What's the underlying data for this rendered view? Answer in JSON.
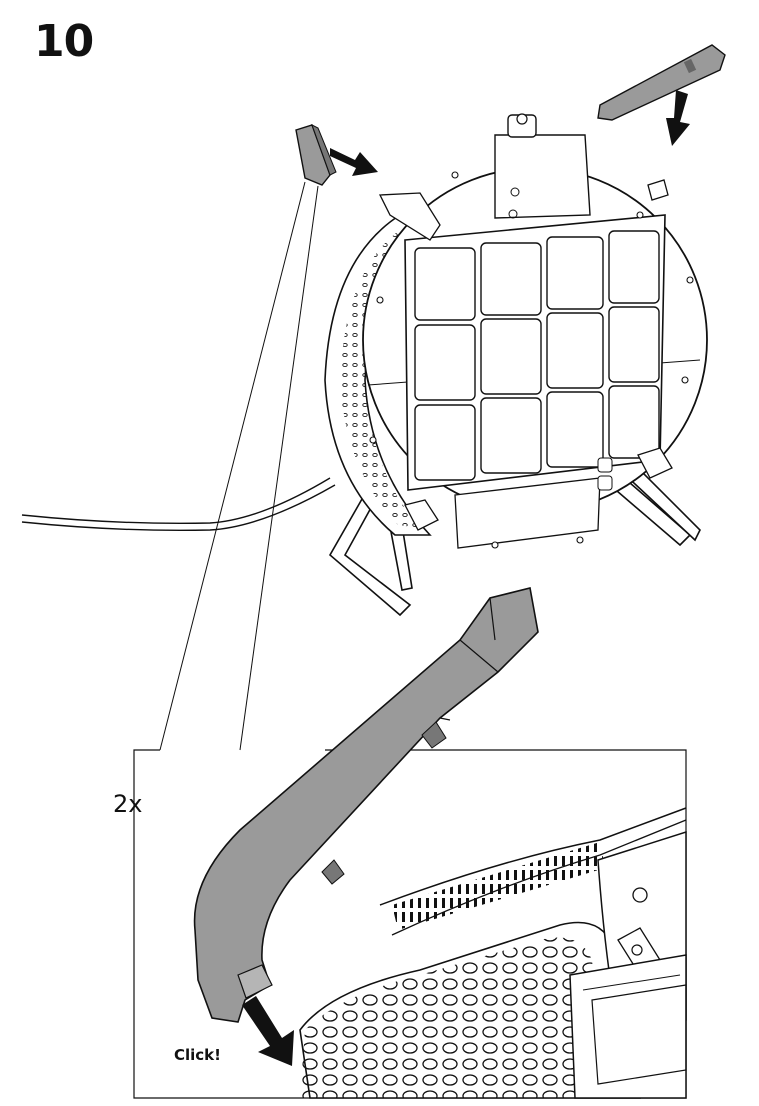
{
  "step": {
    "number": "10"
  },
  "detail": {
    "quantity": "2x",
    "click_label": "Click!"
  },
  "colors": {
    "part_fill": "#9a9a9a",
    "line": "#111111",
    "panel_bg": "#ffffff"
  }
}
